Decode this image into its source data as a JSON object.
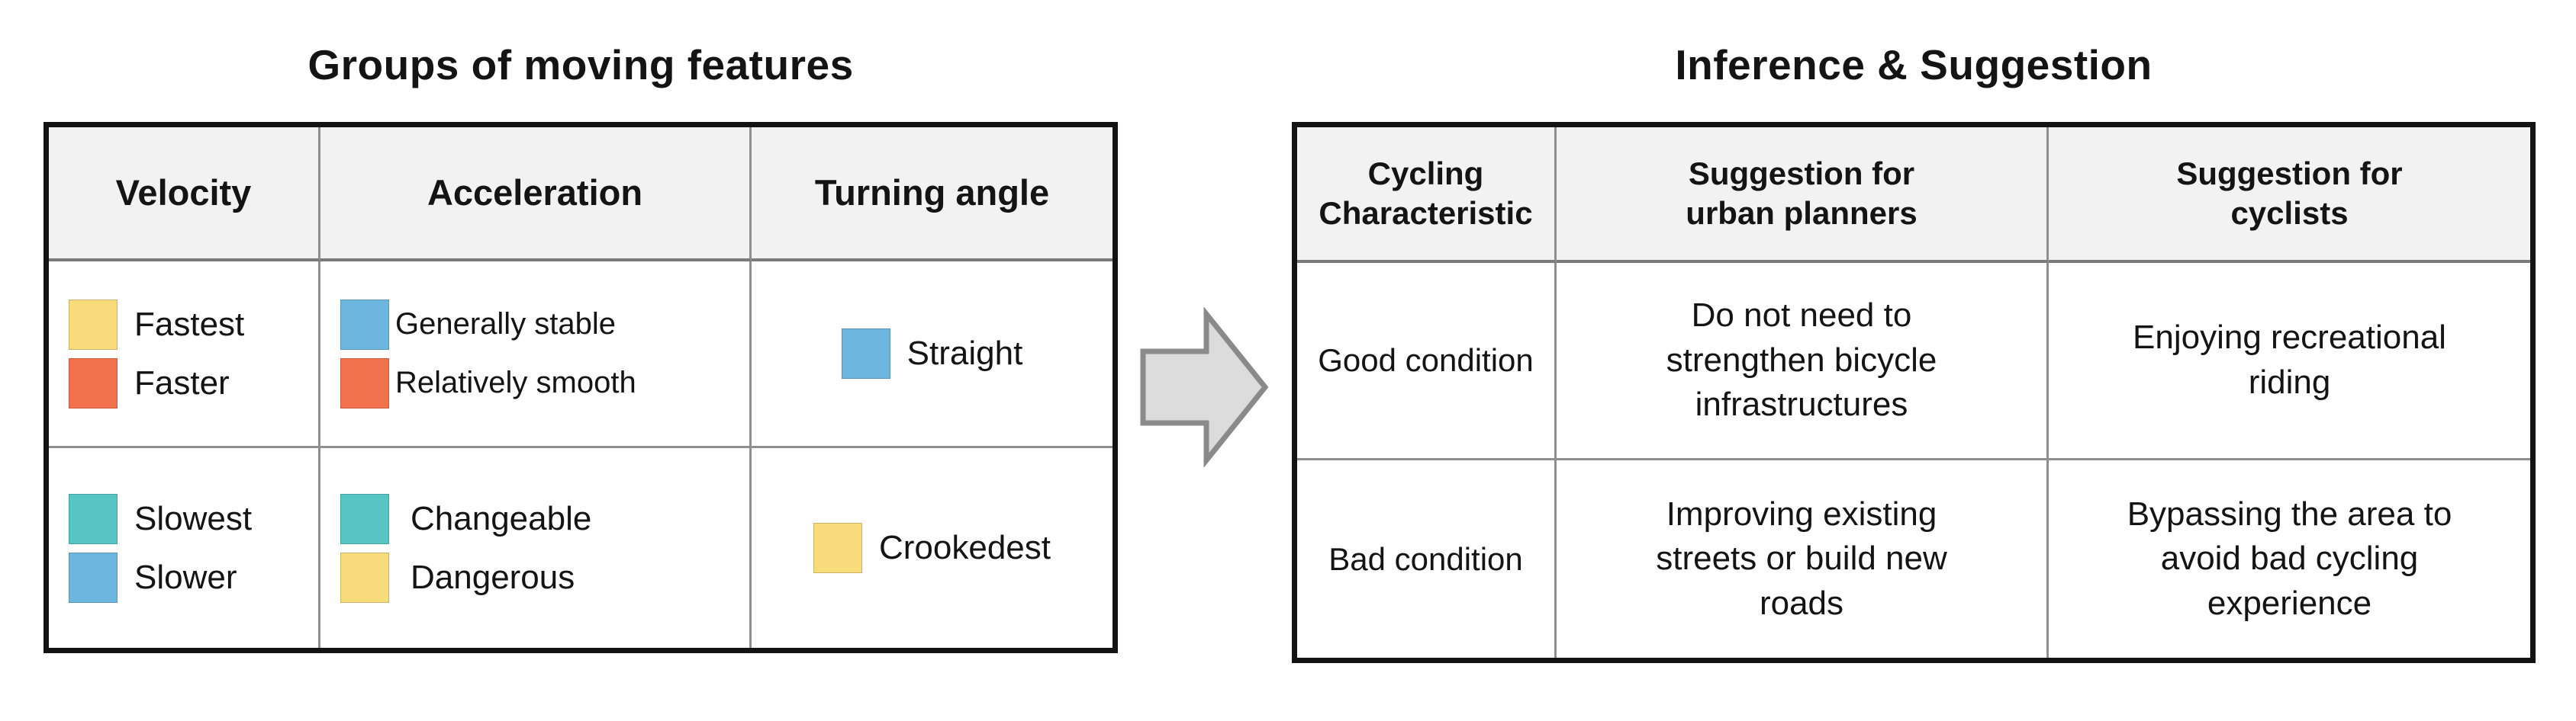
{
  "left": {
    "title": "Groups of moving features",
    "headers": [
      "Velocity",
      "Acceleration",
      "Turning angle"
    ],
    "rows": [
      {
        "velocity": [
          {
            "label": "Fastest",
            "color": "#f8dc7c"
          },
          {
            "label": "Faster",
            "color": "#f0714b"
          }
        ],
        "acceleration": [
          {
            "label": "Generally stable",
            "color": "#6db6e0"
          },
          {
            "label": "Relatively smooth",
            "color": "#f0714b"
          }
        ],
        "turning": [
          {
            "label": "Straight",
            "color": "#6db6e0"
          }
        ]
      },
      {
        "velocity": [
          {
            "label": "Slowest",
            "color": "#56c5c4"
          },
          {
            "label": "Slower",
            "color": "#6db6e0"
          }
        ],
        "acceleration": [
          {
            "label": "Changeable",
            "color": "#56c5c4"
          },
          {
            "label": "Dangerous",
            "color": "#f8dc7c"
          }
        ],
        "turning": [
          {
            "label": "Crookedest",
            "color": "#f8dc7c"
          }
        ]
      }
    ]
  },
  "arrow": {
    "fill": "#dcdcdc",
    "stroke": "#8a8a8a"
  },
  "right": {
    "title": "Inference & Suggestion",
    "headers": [
      "Cycling Characteristic",
      "Suggestion for urban planners",
      "Suggestion for cyclists"
    ],
    "rows": [
      {
        "characteristic": "Good condition",
        "planners": "Do not need to strengthen bicycle infrastructures",
        "cyclists": "Enjoying recreational riding"
      },
      {
        "characteristic": "Bad condition",
        "planners": "Improving existing streets or build new roads",
        "cyclists": "Bypassing the area to avoid bad cycling experience"
      }
    ]
  }
}
